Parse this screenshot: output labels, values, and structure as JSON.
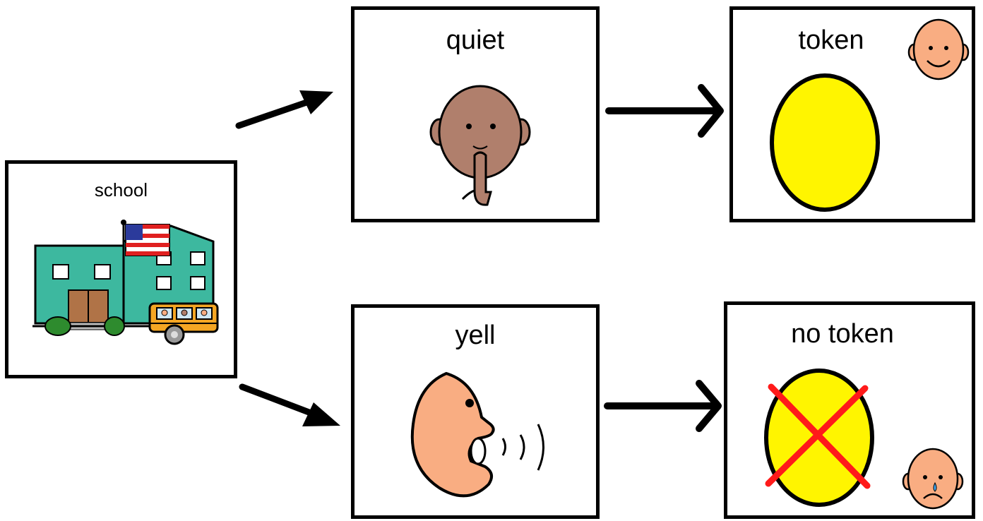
{
  "cards": {
    "school": {
      "label": "school"
    },
    "quiet": {
      "label": "quiet"
    },
    "token": {
      "label": "token"
    },
    "yell": {
      "label": "yell"
    },
    "notoken": {
      "label": "no token"
    }
  },
  "colors": {
    "token_yellow": "#FFF500",
    "cross_red": "#FF1A1A",
    "light_skin": "#F9AD82",
    "brown_skin": "#B07F6C",
    "building_teal": "#3DB89F",
    "bus_orange": "#F5A623"
  },
  "icons": [
    "school-icon",
    "shush-face-icon",
    "smiling-face-icon",
    "yellow-token-icon",
    "yelling-face-icon",
    "crossed-token-icon",
    "crying-face-icon",
    "arrow-icon"
  ]
}
